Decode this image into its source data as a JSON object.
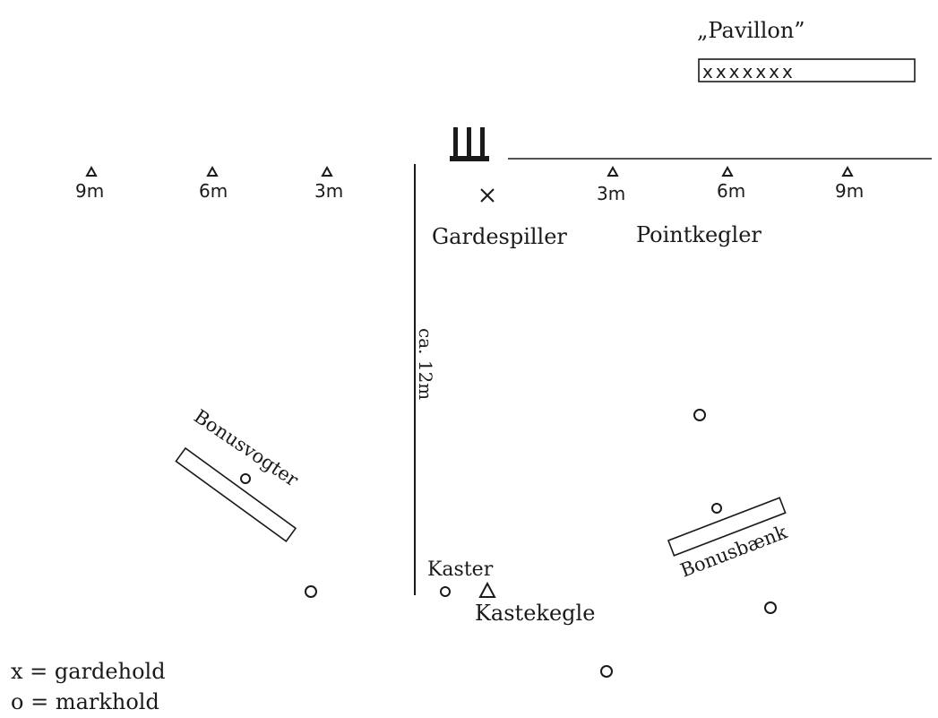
{
  "pavilion": {
    "label": "„Pavillon”",
    "marks": "xxxxxxx"
  },
  "distance_markers_left": [
    "9m",
    "6m",
    "3m"
  ],
  "distance_markers_right": [
    "3m",
    "6m",
    "9m"
  ],
  "field_length_label": "ca. 12m",
  "positions": {
    "guard_player": "Gardespiller",
    "point_pin": "Pointkegler",
    "bonus_guard": "Bonusvogter",
    "bonus_bench": "Bonusbænk",
    "thrower": "Kaster",
    "throw_pin": "Kastekegle"
  },
  "legend": {
    "x_item": "x = gardehold",
    "o_item": "o = markhold"
  }
}
